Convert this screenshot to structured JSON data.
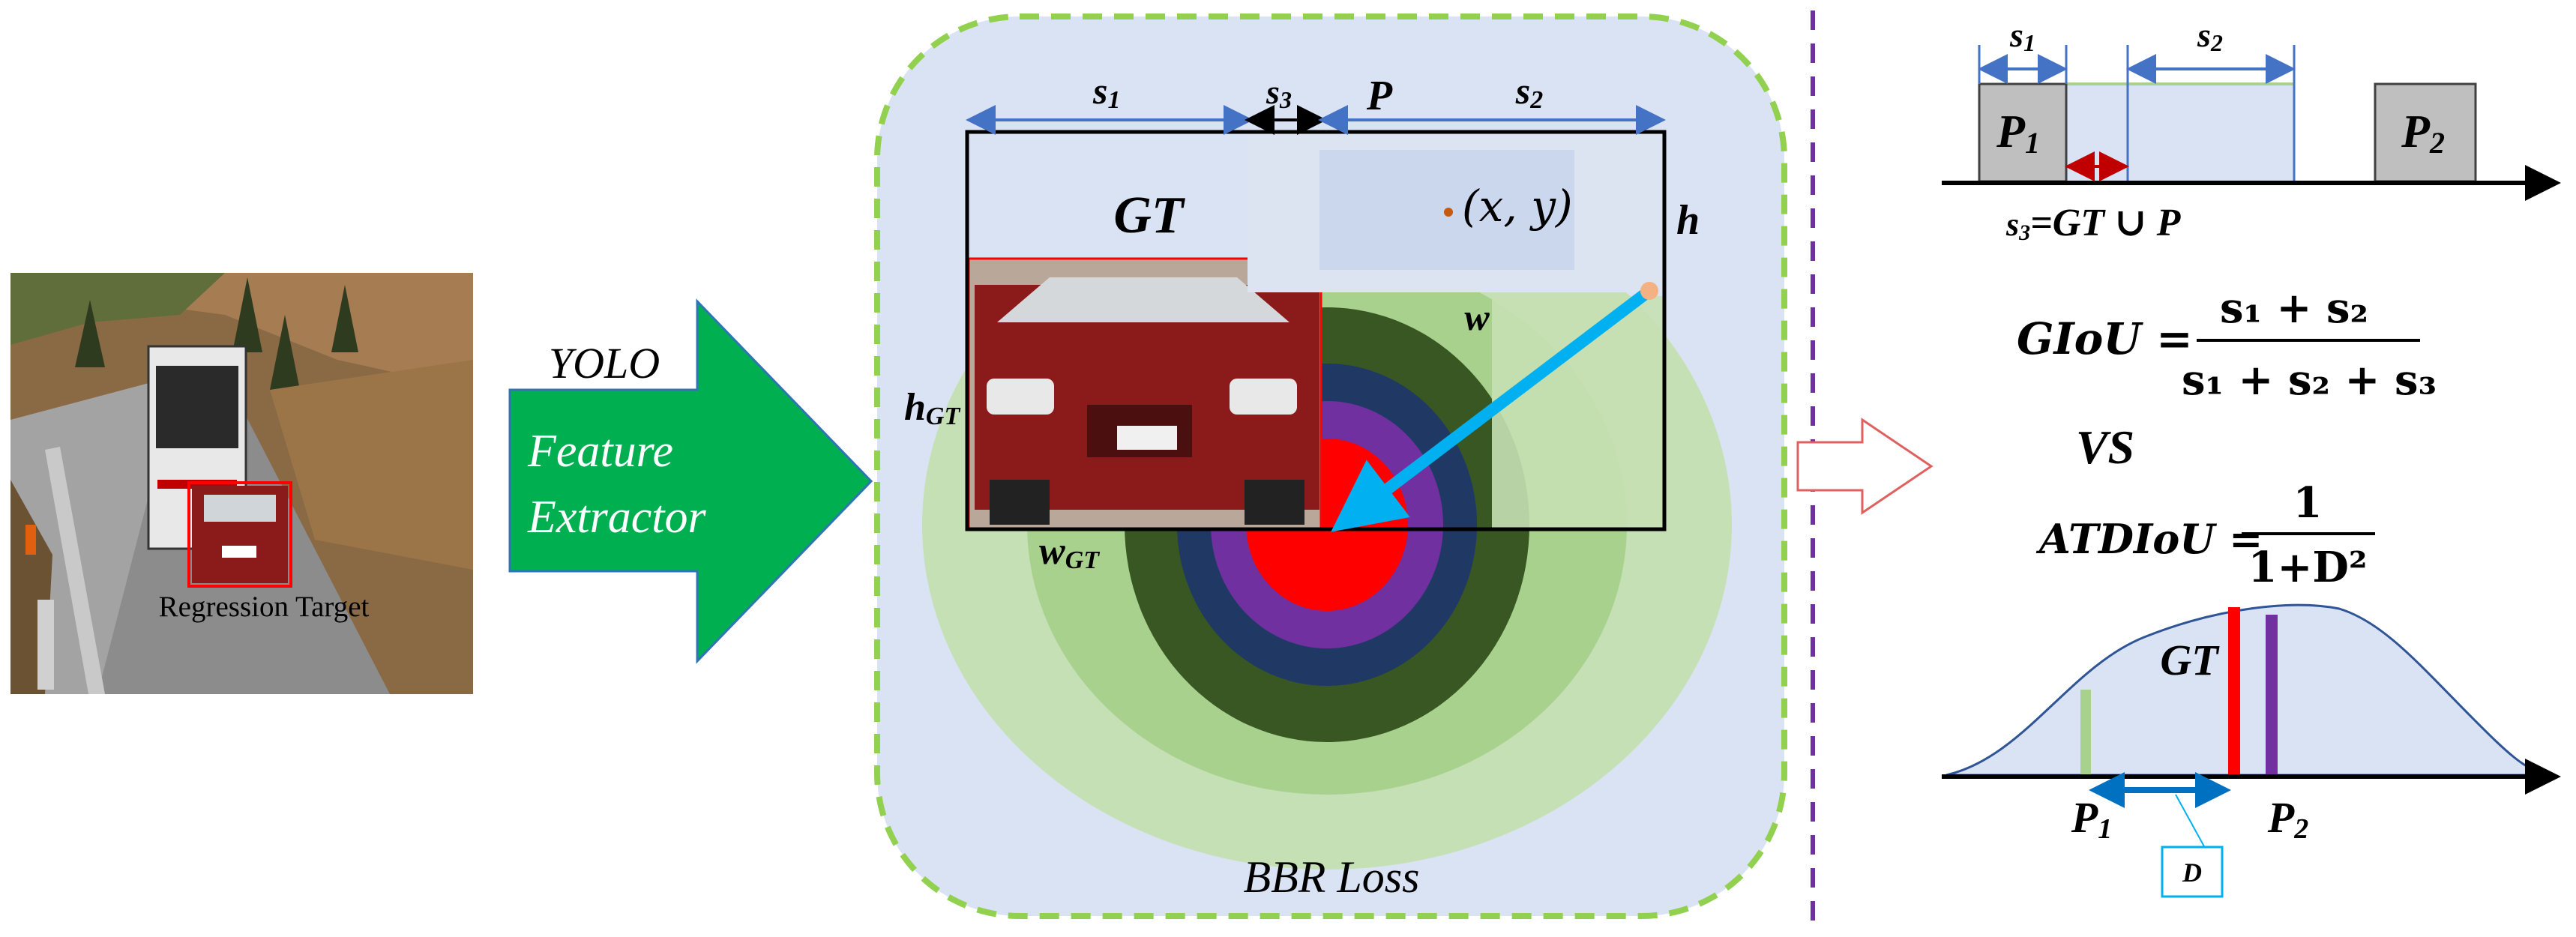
{
  "left": {
    "caption": "Regression Target"
  },
  "arrow": {
    "yolo": "YOLO",
    "line1": "Feature",
    "line2": "Extractor"
  },
  "center": {
    "footer": "BBR Loss",
    "gt": "GT",
    "p": "P",
    "s1": "s",
    "s1_sub": "1",
    "s2": "s",
    "s2_sub": "2",
    "s3": "s",
    "s3_sub": "3",
    "xy": "(x, y)",
    "h": "h",
    "w": "w",
    "hgt": "h",
    "hgt_sub": "GT",
    "wgt": "w",
    "wgt_sub": "GT"
  },
  "right": {
    "top": {
      "s1": "s",
      "s1_sub": "1",
      "s2": "s",
      "s2_sub": "2",
      "p1": "P",
      "p1_sub": "1",
      "p2": "P",
      "p2_sub": "2",
      "s3_eq_prefix": "s",
      "s3_eq_sub": "3",
      "s3_eq_rest": "=GT ∪ P"
    },
    "giou": {
      "lhs": "GIoU =",
      "num": "s₁ + s₂",
      "den": "s₁ + s₂ + s₃"
    },
    "vs": "VS",
    "atdiou": {
      "lhs": "ATDIoU =",
      "num": "1",
      "den": "1+D²"
    },
    "bottom": {
      "gt": "GT",
      "p1": "P",
      "p1_sub": "1",
      "p2": "P",
      "p2_sub": "2",
      "d": "D"
    }
  },
  "colors": {
    "green_arrow": "#00b050",
    "panel_bg": "#dae3f3",
    "dash_green": "#92d050",
    "divider_purple": "#7030a0",
    "blue_dim": "#4472c4",
    "red": "#ff0000",
    "purple": "#7030a0",
    "navy": "#203864",
    "dark_green": "#385723",
    "mid_green": "#a9d18e",
    "light_green": "#c5e0b4",
    "cyan_arrow": "#00b0f0"
  }
}
